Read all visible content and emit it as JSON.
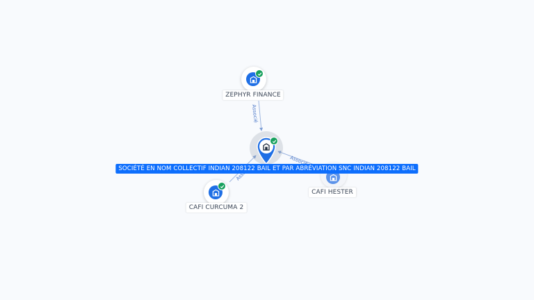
{
  "diagram": {
    "center_node": {
      "label": "SOCIÉTÉ EN NOM COLLECTIF INDIAN 208122 BAIL ET PAR ABRÉVIATION SNC INDIAN 208122 BAIL",
      "icon": "building-icon",
      "verified": true
    },
    "nodes": [
      {
        "label": "ZEPHYR FINANCE",
        "icon": "building-icon",
        "verified": true
      },
      {
        "label": "CAFI HESTER",
        "icon": "building-icon",
        "verified": false
      },
      {
        "label": "CAFI CURCUMA 2",
        "icon": "building-icon",
        "verified": true
      }
    ],
    "edges": [
      {
        "from": "ZEPHYR FINANCE",
        "to": "center",
        "label": "Associé"
      },
      {
        "from": "CAFI HESTER",
        "to": "center",
        "label": "Associé"
      },
      {
        "from": "CAFI CURCUMA 2",
        "to": "center",
        "label": "Associé"
      }
    ],
    "colors": {
      "background": "#f8fafd",
      "node": "#1f6fe5",
      "verified": "#17a05d",
      "edge": "#7f9fd6",
      "main_label_bg": "#0d6efd"
    }
  }
}
